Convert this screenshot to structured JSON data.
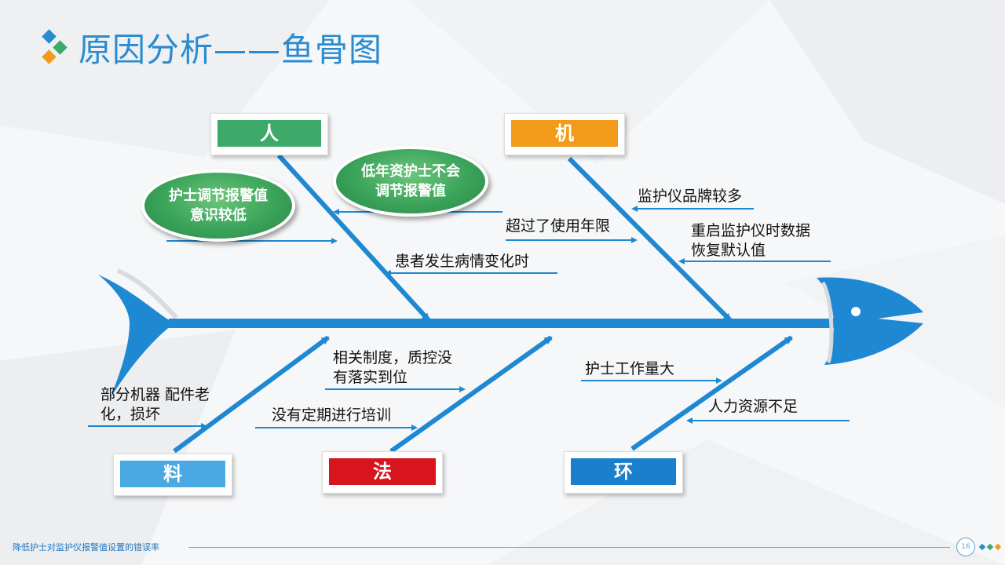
{
  "title": "原因分析——鱼骨图",
  "categories": {
    "ren": "人",
    "ji": "机",
    "liao": "料",
    "fa": "法",
    "huan": "环"
  },
  "causes": {
    "ren_oval_1": "护士调节报警值\n意识较低",
    "ren_oval_2": "低年资护士不会\n调节报警值",
    "ren_3": "患者发生病情变化时",
    "ji_1": "监护仪品牌较多",
    "ji_2": "超过了使用年限",
    "ji_3": "重启监护仪时数据\n恢复默认值",
    "liao_1": "部分机器 配件老\n化，损坏",
    "fa_1": "相关制度，质控没\n有落实到位",
    "fa_2": "没有定期进行培训",
    "huan_1": "护士工作量大",
    "huan_2": "人力资源不足"
  },
  "footer": {
    "text": "降低护士对监护仪报警值设置的错误率",
    "page": "16"
  },
  "colors": {
    "title": "#2a8bd0",
    "spine": "#1e88d2",
    "ren": "#3daa6a",
    "ji": "#f29a1a",
    "liao": "#4aa8e2",
    "fa": "#d8141e",
    "huan": "#1a7fcc",
    "oval": "#3aa35a"
  }
}
